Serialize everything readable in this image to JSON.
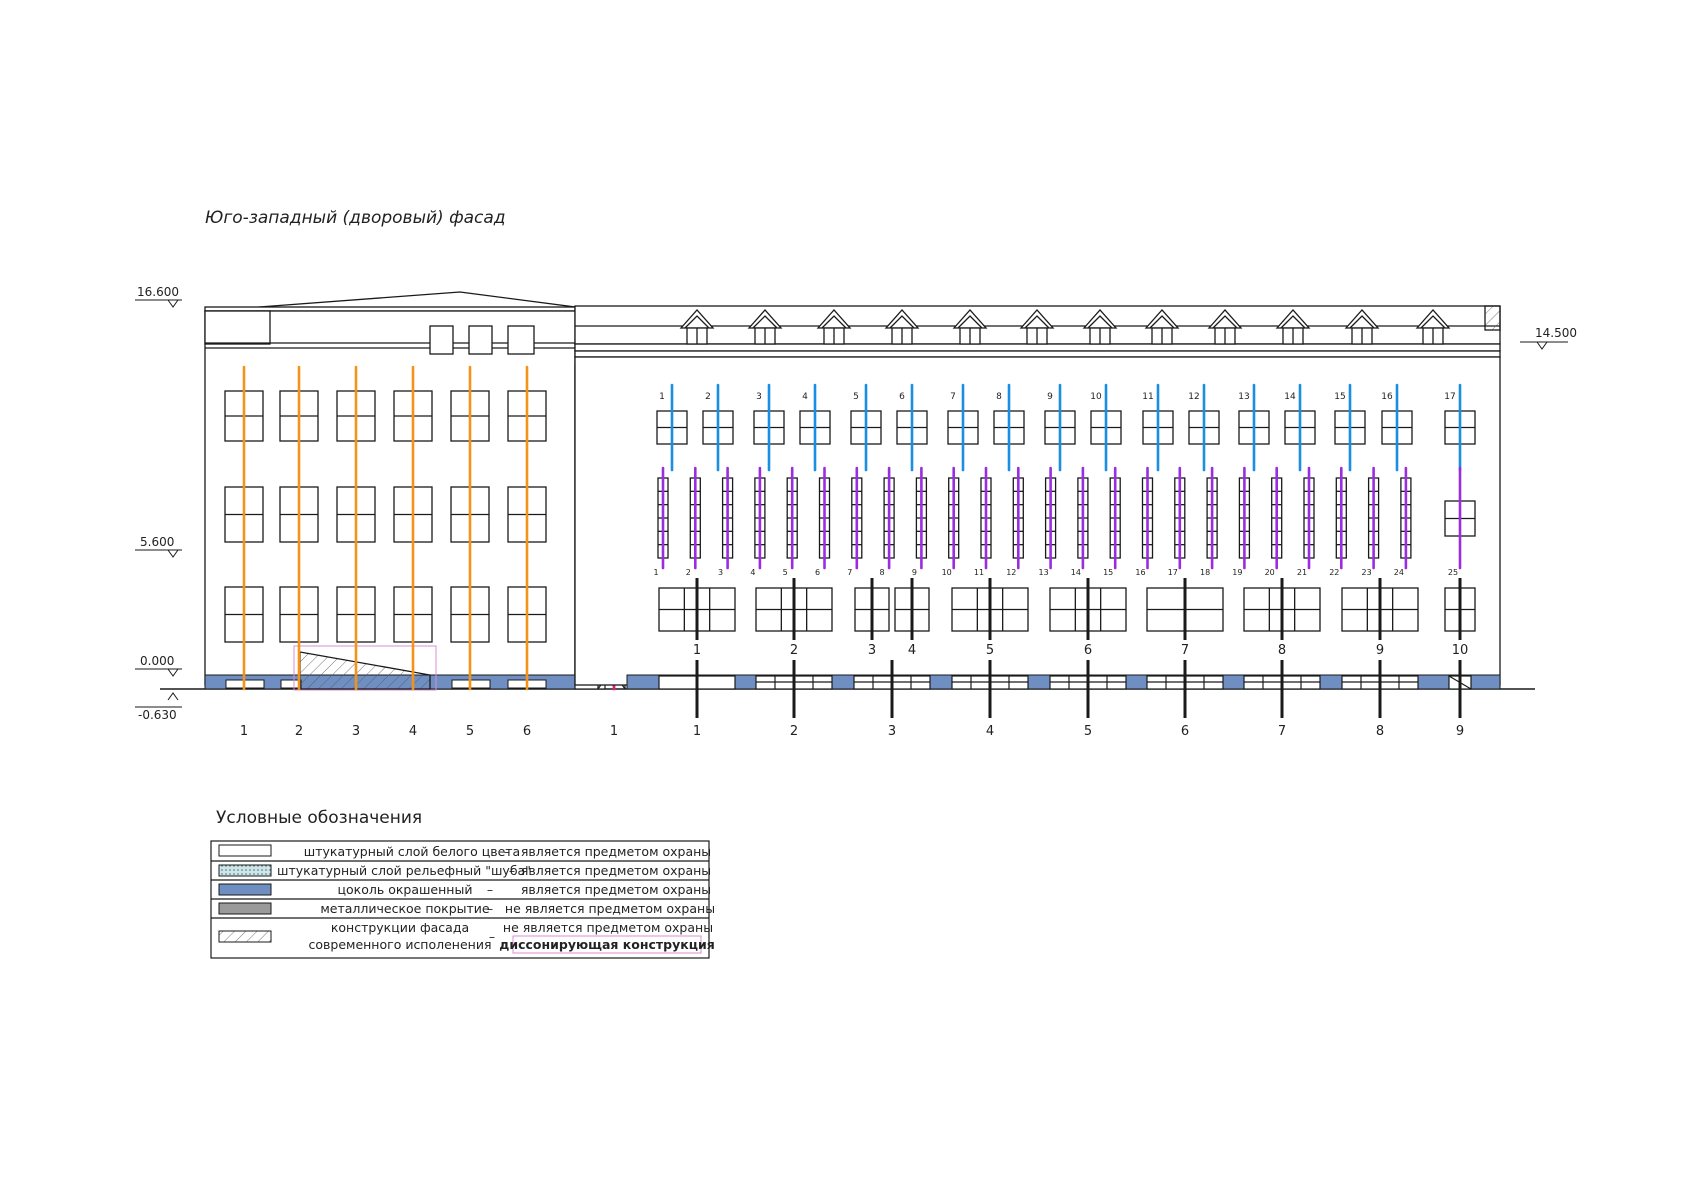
{
  "title": "Юго-западный (дворовый) фасад",
  "elevations": {
    "left_top": "16.600",
    "left_mid": "5.600",
    "left_zero": "0.000",
    "left_bottom": "-0.630",
    "right_top": "14.500"
  },
  "colors": {
    "plaster_white": "#ffffff",
    "plinth": "#6f8fc2",
    "metal": "#9a9a9a",
    "orange": "#f39419",
    "blue": "#1a8ee0",
    "purple": "#9b2de0",
    "magenta": "#e8197f",
    "line": "#1a1a1a",
    "dissonant_frame": "#d98fd0"
  },
  "left_block": {
    "axes": [
      "1",
      "2",
      "3",
      "4",
      "5",
      "6"
    ]
  },
  "stair": {
    "axes": [
      "1"
    ]
  },
  "right_block": {
    "upper_window_labels": [
      "1",
      "2",
      "3",
      "4",
      "5",
      "6",
      "7",
      "8",
      "9",
      "10",
      "11",
      "12",
      "13",
      "14",
      "15",
      "16",
      "17"
    ],
    "middle_window_labels": [
      "1",
      "2",
      "3",
      "4",
      "5",
      "6",
      "7",
      "8",
      "9",
      "10",
      "11",
      "12",
      "13",
      "14",
      "15",
      "16",
      "17",
      "18",
      "19",
      "20",
      "21",
      "22",
      "23",
      "24",
      "25"
    ],
    "lower_window_labels": [
      "1",
      "2",
      "3",
      "4",
      "5",
      "6",
      "7",
      "8",
      "9",
      "10"
    ],
    "plinth_labels": [
      "1",
      "2",
      "3",
      "4",
      "5",
      "6",
      "7",
      "8",
      "9"
    ]
  },
  "legend": {
    "title": "Условные обозначения",
    "dash": "–",
    "rows": [
      {
        "name": "штукатурный слой белого цвета",
        "status": "является предметом охраны",
        "swatch": "white"
      },
      {
        "name": "штукатурный слой рельефный \"шуба\"",
        "status": "является предметом охраны",
        "swatch": "textured"
      },
      {
        "name": "цоколь окрашенный",
        "status": "является предметом охраны",
        "swatch": "plinth"
      },
      {
        "name": "металлическое покрытие",
        "status": "не является предметом охраны",
        "swatch": "metal"
      },
      {
        "name": "конструкции фасада",
        "name2": "современного исполенения",
        "status": "не является предметом охраны",
        "status2": "диссонирующая конструкция",
        "swatch": "hatch"
      }
    ]
  }
}
